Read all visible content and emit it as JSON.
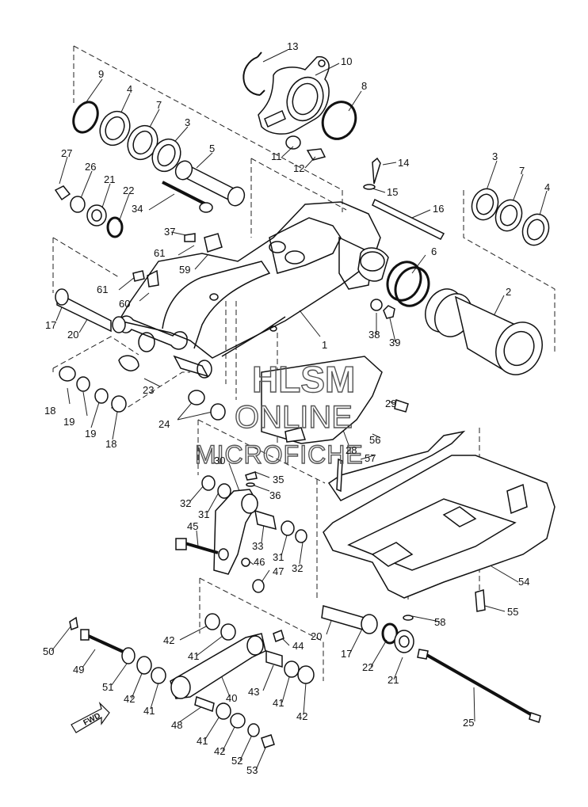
{
  "watermark": {
    "line1": "HLSM",
    "line2": "ONLINE",
    "line3": "MICROFICHE"
  },
  "direction_marker": "FWD",
  "callouts": [
    {
      "id": "c1",
      "text": "1"
    },
    {
      "id": "c2",
      "text": "2"
    },
    {
      "id": "c3a",
      "text": "3"
    },
    {
      "id": "c3b",
      "text": "3"
    },
    {
      "id": "c4a",
      "text": "4"
    },
    {
      "id": "c4b",
      "text": "4"
    },
    {
      "id": "c5",
      "text": "5"
    },
    {
      "id": "c6",
      "text": "6"
    },
    {
      "id": "c7a",
      "text": "7"
    },
    {
      "id": "c7b",
      "text": "7"
    },
    {
      "id": "c8",
      "text": "8"
    },
    {
      "id": "c9",
      "text": "9"
    },
    {
      "id": "c10",
      "text": "10"
    },
    {
      "id": "c11",
      "text": "11"
    },
    {
      "id": "c12",
      "text": "12"
    },
    {
      "id": "c13",
      "text": "13"
    },
    {
      "id": "c14",
      "text": "14"
    },
    {
      "id": "c15",
      "text": "15"
    },
    {
      "id": "c16",
      "text": "16"
    },
    {
      "id": "c17a",
      "text": "17"
    },
    {
      "id": "c17b",
      "text": "17"
    },
    {
      "id": "c18a",
      "text": "18"
    },
    {
      "id": "c18b",
      "text": "18"
    },
    {
      "id": "c19a",
      "text": "19"
    },
    {
      "id": "c19b",
      "text": "19"
    },
    {
      "id": "c20a",
      "text": "20"
    },
    {
      "id": "c20b",
      "text": "20"
    },
    {
      "id": "c21a",
      "text": "21"
    },
    {
      "id": "c21b",
      "text": "21"
    },
    {
      "id": "c22a",
      "text": "22"
    },
    {
      "id": "c22b",
      "text": "22"
    },
    {
      "id": "c23",
      "text": "23"
    },
    {
      "id": "c24",
      "text": "24"
    },
    {
      "id": "c25",
      "text": "25"
    },
    {
      "id": "c26",
      "text": "26"
    },
    {
      "id": "c27",
      "text": "27"
    },
    {
      "id": "c28",
      "text": "28"
    },
    {
      "id": "c29",
      "text": "29"
    },
    {
      "id": "c30",
      "text": "30"
    },
    {
      "id": "c31a",
      "text": "31"
    },
    {
      "id": "c31b",
      "text": "31"
    },
    {
      "id": "c32a",
      "text": "32"
    },
    {
      "id": "c32b",
      "text": "32"
    },
    {
      "id": "c33",
      "text": "33"
    },
    {
      "id": "c34",
      "text": "34"
    },
    {
      "id": "c35",
      "text": "35"
    },
    {
      "id": "c36",
      "text": "36"
    },
    {
      "id": "c37",
      "text": "37"
    },
    {
      "id": "c38",
      "text": "38"
    },
    {
      "id": "c39",
      "text": "39"
    },
    {
      "id": "c40",
      "text": "40"
    },
    {
      "id": "c41a",
      "text": "41"
    },
    {
      "id": "c41b",
      "text": "41"
    },
    {
      "id": "c41c",
      "text": "41"
    },
    {
      "id": "c41d",
      "text": "41"
    },
    {
      "id": "c42a",
      "text": "42"
    },
    {
      "id": "c42b",
      "text": "42"
    },
    {
      "id": "c42c",
      "text": "42"
    },
    {
      "id": "c42d",
      "text": "42"
    },
    {
      "id": "c43",
      "text": "43"
    },
    {
      "id": "c44",
      "text": "44"
    },
    {
      "id": "c45",
      "text": "45"
    },
    {
      "id": "c46",
      "text": "46"
    },
    {
      "id": "c47",
      "text": "47"
    },
    {
      "id": "c48",
      "text": "48"
    },
    {
      "id": "c49",
      "text": "49"
    },
    {
      "id": "c50",
      "text": "50"
    },
    {
      "id": "c51",
      "text": "51"
    },
    {
      "id": "c52",
      "text": "52"
    },
    {
      "id": "c53",
      "text": "53"
    },
    {
      "id": "c54",
      "text": "54"
    },
    {
      "id": "c55",
      "text": "55"
    },
    {
      "id": "c56",
      "text": "56"
    },
    {
      "id": "c57",
      "text": "57"
    },
    {
      "id": "c58",
      "text": "58"
    },
    {
      "id": "c59",
      "text": "59"
    },
    {
      "id": "c60",
      "text": "60"
    },
    {
      "id": "c61a",
      "text": "61"
    },
    {
      "id": "c61b",
      "text": "61"
    }
  ]
}
